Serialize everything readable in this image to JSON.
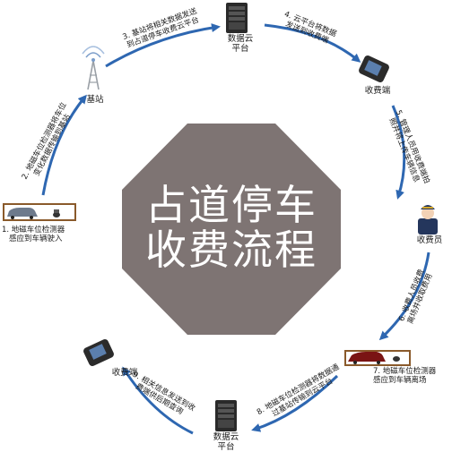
{
  "center": {
    "line1": "占道停车",
    "line2": "收费流程",
    "fill_color": "#7e7473"
  },
  "arrow_color": "#2e67b1",
  "nodes": {
    "base_station": "基站",
    "cloud_top_l1": "数据云",
    "cloud_top_l2": "平台",
    "terminal_top": "收费端",
    "collector": "收费员",
    "cloud_bottom_l1": "数据云",
    "cloud_bottom_l2": "平台",
    "terminal_left": "收费端"
  },
  "steps": [
    {
      "num": "1",
      "lines": [
        "1. 地磁车位检测器",
        "感应到车辆驶入"
      ]
    },
    {
      "num": "2",
      "lines": [
        "2. 地磁车位检测器将车位",
        "变化数据传输到基站"
      ]
    },
    {
      "num": "3",
      "lines": [
        "3. 基站将相关数据发送",
        "到占道停车收费云平台"
      ]
    },
    {
      "num": "4",
      "lines": [
        "4. 云平台将数据",
        "发送到收费端"
      ]
    },
    {
      "num": "5",
      "lines": [
        "5. 管理人员用收费端拍",
        "照并将上传车辆信息"
      ]
    },
    {
      "num": "6",
      "lines": [
        "6. 收费人员收费",
        "离场并收取费用"
      ]
    },
    {
      "num": "7",
      "lines": [
        "7. 地磁车位检测器",
        "感应到车辆离场"
      ]
    },
    {
      "num": "8",
      "lines": [
        "8. 地磁车位检测器将数据通",
        "过基站传输到云平台"
      ]
    },
    {
      "num": "9",
      "lines": [
        "9. 相关信息发送到收",
        "费端供后期查询"
      ]
    }
  ]
}
